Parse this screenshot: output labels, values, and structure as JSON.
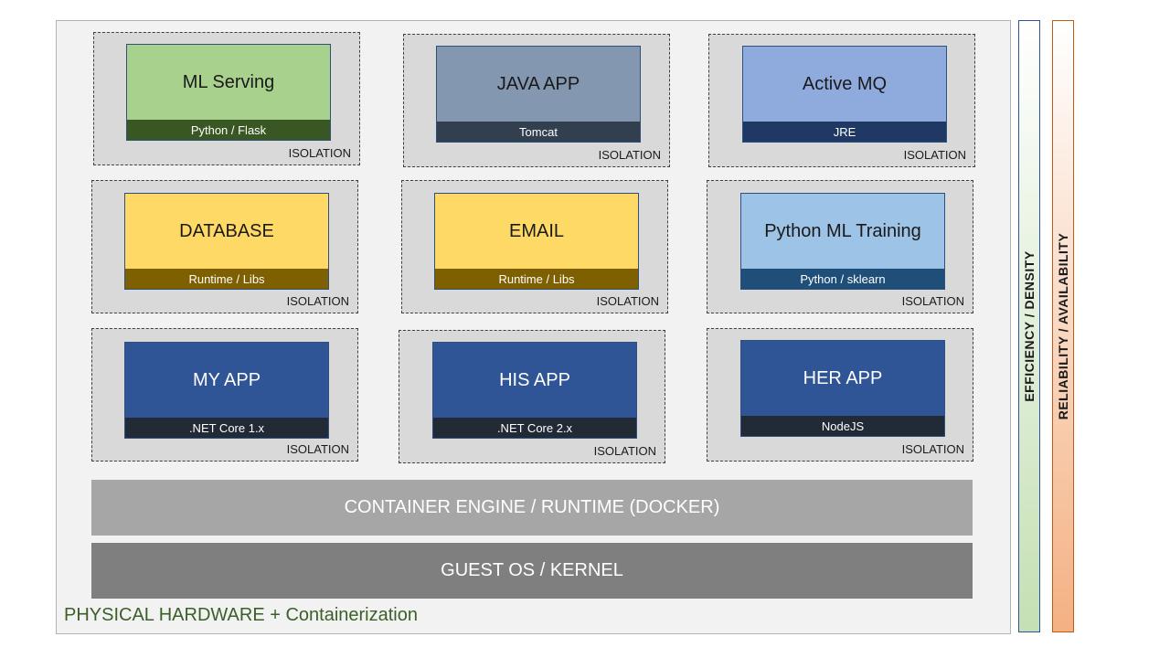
{
  "isolation_label": "ISOLATION",
  "apps": [
    {
      "title": "ML Serving",
      "subtitle": "Python / Flask",
      "bg": "#a9d18e",
      "sub_bg": "#385723",
      "title_color": "#1a1a1a"
    },
    {
      "title": "JAVA APP",
      "subtitle": "Tomcat",
      "bg": "#8497b0",
      "sub_bg": "#323f4f",
      "title_color": "#1a1a1a"
    },
    {
      "title": "Active MQ",
      "subtitle": "JRE",
      "bg": "#8faadc",
      "sub_bg": "#1f3864",
      "title_color": "#1a1a1a"
    },
    {
      "title": "DATABASE",
      "subtitle": "Runtime / Libs",
      "bg": "#ffd966",
      "sub_bg": "#7f6000",
      "title_color": "#1a1a1a"
    },
    {
      "title": "EMAIL",
      "subtitle": "Runtime / Libs",
      "bg": "#ffd966",
      "sub_bg": "#7f6000",
      "title_color": "#1a1a1a"
    },
    {
      "title": "Python ML Training",
      "subtitle": "Python / sklearn",
      "bg": "#9dc3e6",
      "sub_bg": "#1f4e79",
      "title_color": "#1a1a1a"
    },
    {
      "title": "MY APP",
      "subtitle": ".NET Core 1.x",
      "bg": "#2f5597",
      "sub_bg": "#222a35",
      "title_color": "#ffffff"
    },
    {
      "title": "HIS APP",
      "subtitle": ".NET Core 2.x",
      "bg": "#2f5597",
      "sub_bg": "#222a35",
      "title_color": "#ffffff"
    },
    {
      "title": "HER APP",
      "subtitle": "NodeJS",
      "bg": "#2f5597",
      "sub_bg": "#222a35",
      "title_color": "#ffffff"
    }
  ],
  "engine_bar": "CONTAINER ENGINE / RUNTIME (DOCKER)",
  "os_bar": "GUEST OS / KERNEL",
  "footer": "PHYSICAL HARDWARE + Containerization",
  "efficiency_label": "EFFICIENCY / DENSITY",
  "reliability_label": "RELIABILITY / AVAILABILITY",
  "colors": {
    "engine_bg": "#a6a6a6",
    "os_bg": "#7f7f7f",
    "efficiency_gradient_end": "#c5e0b4",
    "reliability_gradient_end": "#f4b183"
  }
}
